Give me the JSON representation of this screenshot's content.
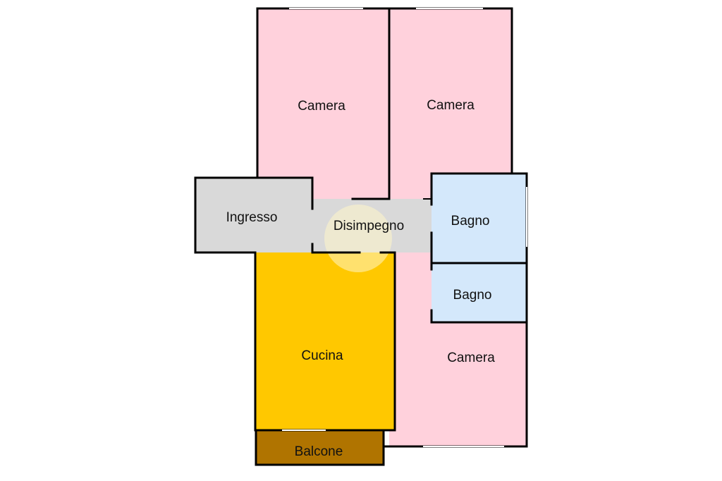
{
  "floorplan": {
    "rooms": [
      {
        "id": "camera-top-left",
        "label": "Camera",
        "type": "camera"
      },
      {
        "id": "camera-top-right",
        "label": "Camera",
        "type": "camera"
      },
      {
        "id": "ingresso",
        "label": "Ingresso",
        "type": "ingresso"
      },
      {
        "id": "disimpegno",
        "label": "Disimpegno",
        "type": "disimpegno"
      },
      {
        "id": "bagno-top",
        "label": "Bagno",
        "type": "bagno"
      },
      {
        "id": "bagno-bottom",
        "label": "Bagno",
        "type": "bagno"
      },
      {
        "id": "cucina",
        "label": "Cucina",
        "type": "cucina"
      },
      {
        "id": "camera-bottom-right",
        "label": "Camera",
        "type": "camera"
      },
      {
        "id": "balcone",
        "label": "Balcone",
        "type": "balcone"
      }
    ],
    "colors": {
      "camera": "#ffd1dc",
      "ingresso": "#d9d9d9",
      "disimpegno": "#d9d9d9",
      "bagno": "#d4e8fb",
      "cucina": "#ffc800",
      "balcone": "#b07400",
      "wall": "#000000",
      "marker": "#fff6c8"
    }
  }
}
